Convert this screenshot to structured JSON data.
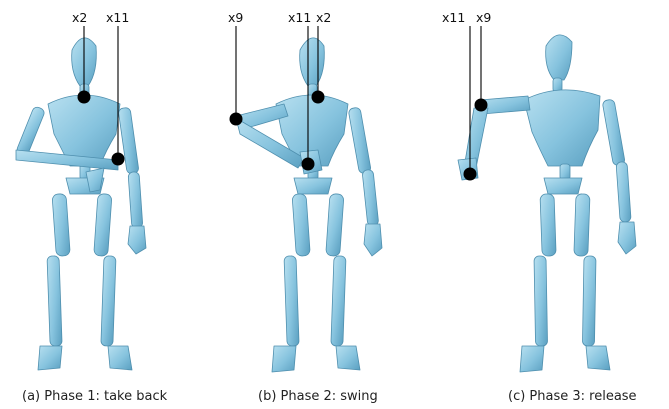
{
  "figure": {
    "panels": [
      {
        "caption": "(a) Phase 1: take back",
        "markers": [
          {
            "label": "x2"
          },
          {
            "label": "x11"
          }
        ]
      },
      {
        "caption": "(b) Phase 2: swing",
        "markers": [
          {
            "label": "x9"
          },
          {
            "label": "x11"
          },
          {
            "label": "x2"
          }
        ]
      },
      {
        "caption": "(c) Phase 3: release",
        "markers": [
          {
            "label": "x11"
          },
          {
            "label": "x9"
          }
        ]
      }
    ],
    "colors": {
      "body": "#86c3de",
      "body_dark": "#5a9fc0",
      "body_light": "#b8e0f0",
      "marker": "#000000"
    }
  }
}
